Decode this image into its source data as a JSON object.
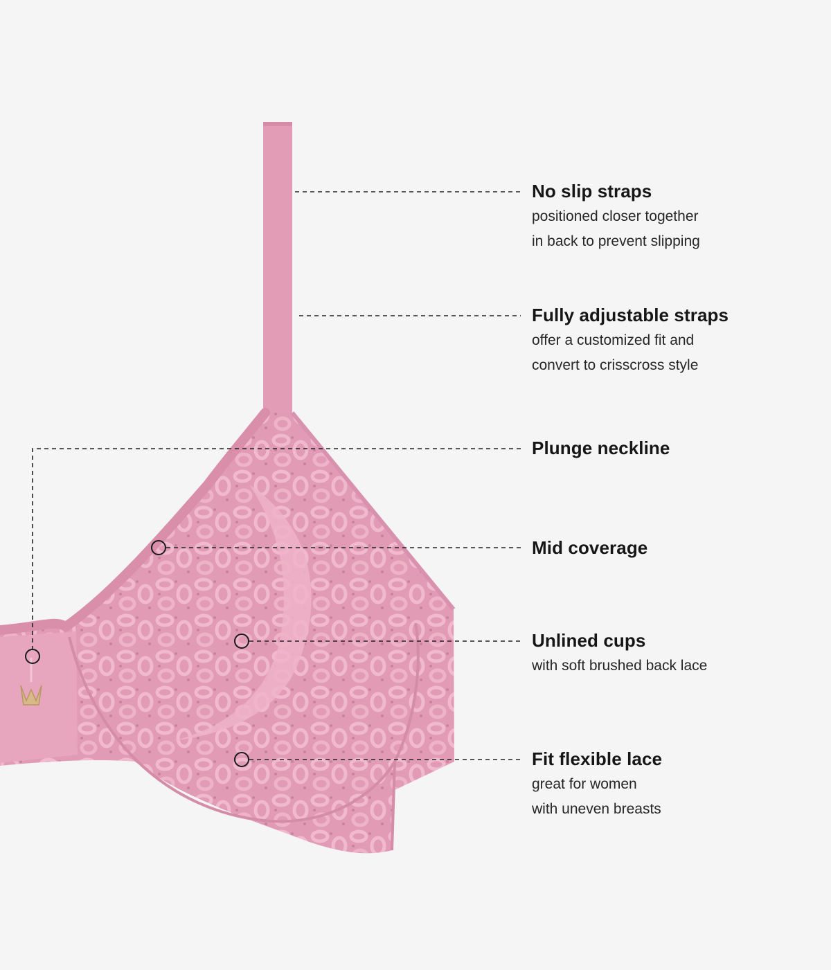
{
  "colors": {
    "background": "#f5f5f5",
    "fabric": "#e29bb5",
    "fabric_dark": "#cf86a2",
    "fabric_light": "#efb6cb",
    "text": "#161616",
    "leader_line": "#222222",
    "charm": "#d8b98a"
  },
  "features": [
    {
      "title": "No slip straps",
      "lines": [
        "positioned closer together",
        "in back to prevent slipping"
      ]
    },
    {
      "title": "Fully adjustable straps",
      "lines": [
        "offer a customized fit and",
        "convert to crisscross style"
      ]
    },
    {
      "title": "Plunge neckline",
      "lines": []
    },
    {
      "title": "Mid coverage",
      "lines": []
    },
    {
      "title": "Unlined cups",
      "lines": [
        "with soft brushed back lace"
      ]
    },
    {
      "title": "Fit flexible lace",
      "lines": [
        "great for women",
        "with uneven breasts"
      ]
    }
  ]
}
